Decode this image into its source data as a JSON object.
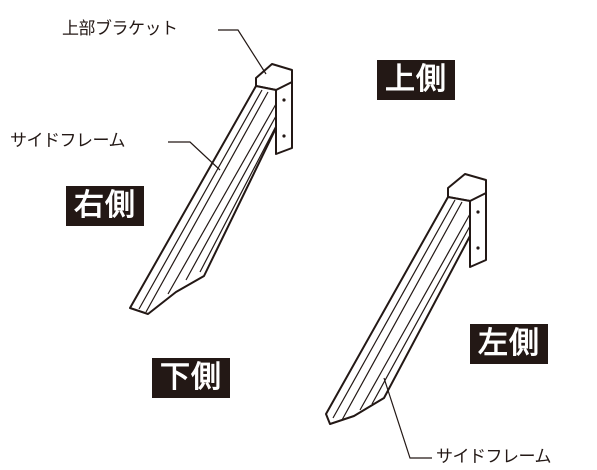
{
  "callouts": {
    "upper_bracket": "上部ブラケット",
    "side_frame_right": "サイドフレーム",
    "side_frame_left": "サイドフレーム"
  },
  "badges": {
    "top_side": "上側",
    "right_side": "右側",
    "bottom_side": "下側",
    "left_side": "左側"
  },
  "colors": {
    "ink": "#231815",
    "badge_text": "#ffffff",
    "background": "#ffffff"
  }
}
